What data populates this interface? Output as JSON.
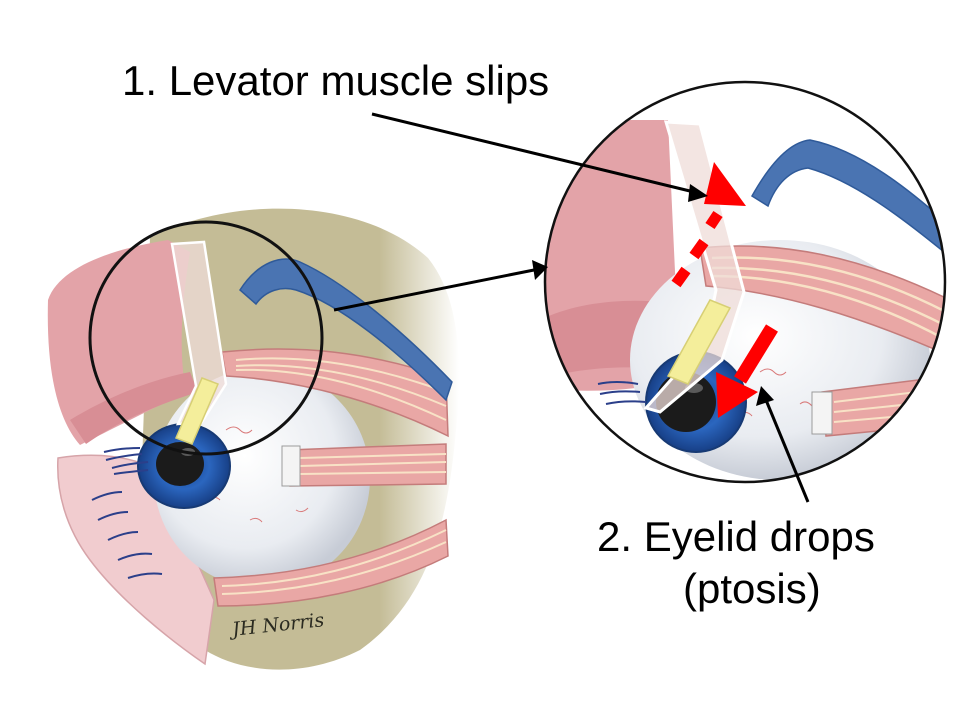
{
  "labels": {
    "step1": "1. Levator muscle slips",
    "step2_line1": "2. Eyelid drops",
    "step2_line2": "(ptosis)",
    "signature": "JH Norris"
  },
  "colors": {
    "background": "#ffffff",
    "orbit": "#c4bc96",
    "skin": "#e3a3a8",
    "skin_light": "#f3d3d4",
    "brow": "#4a74b2",
    "muscle": "#e9a7a5",
    "muscle_stripe": "#f8e2c6",
    "tendon": "#f4ee9b",
    "iris": "#2b5fb0",
    "sclera": "#eceff3",
    "arrow_red": "#ff0000",
    "arrow_black": "#000000"
  }
}
